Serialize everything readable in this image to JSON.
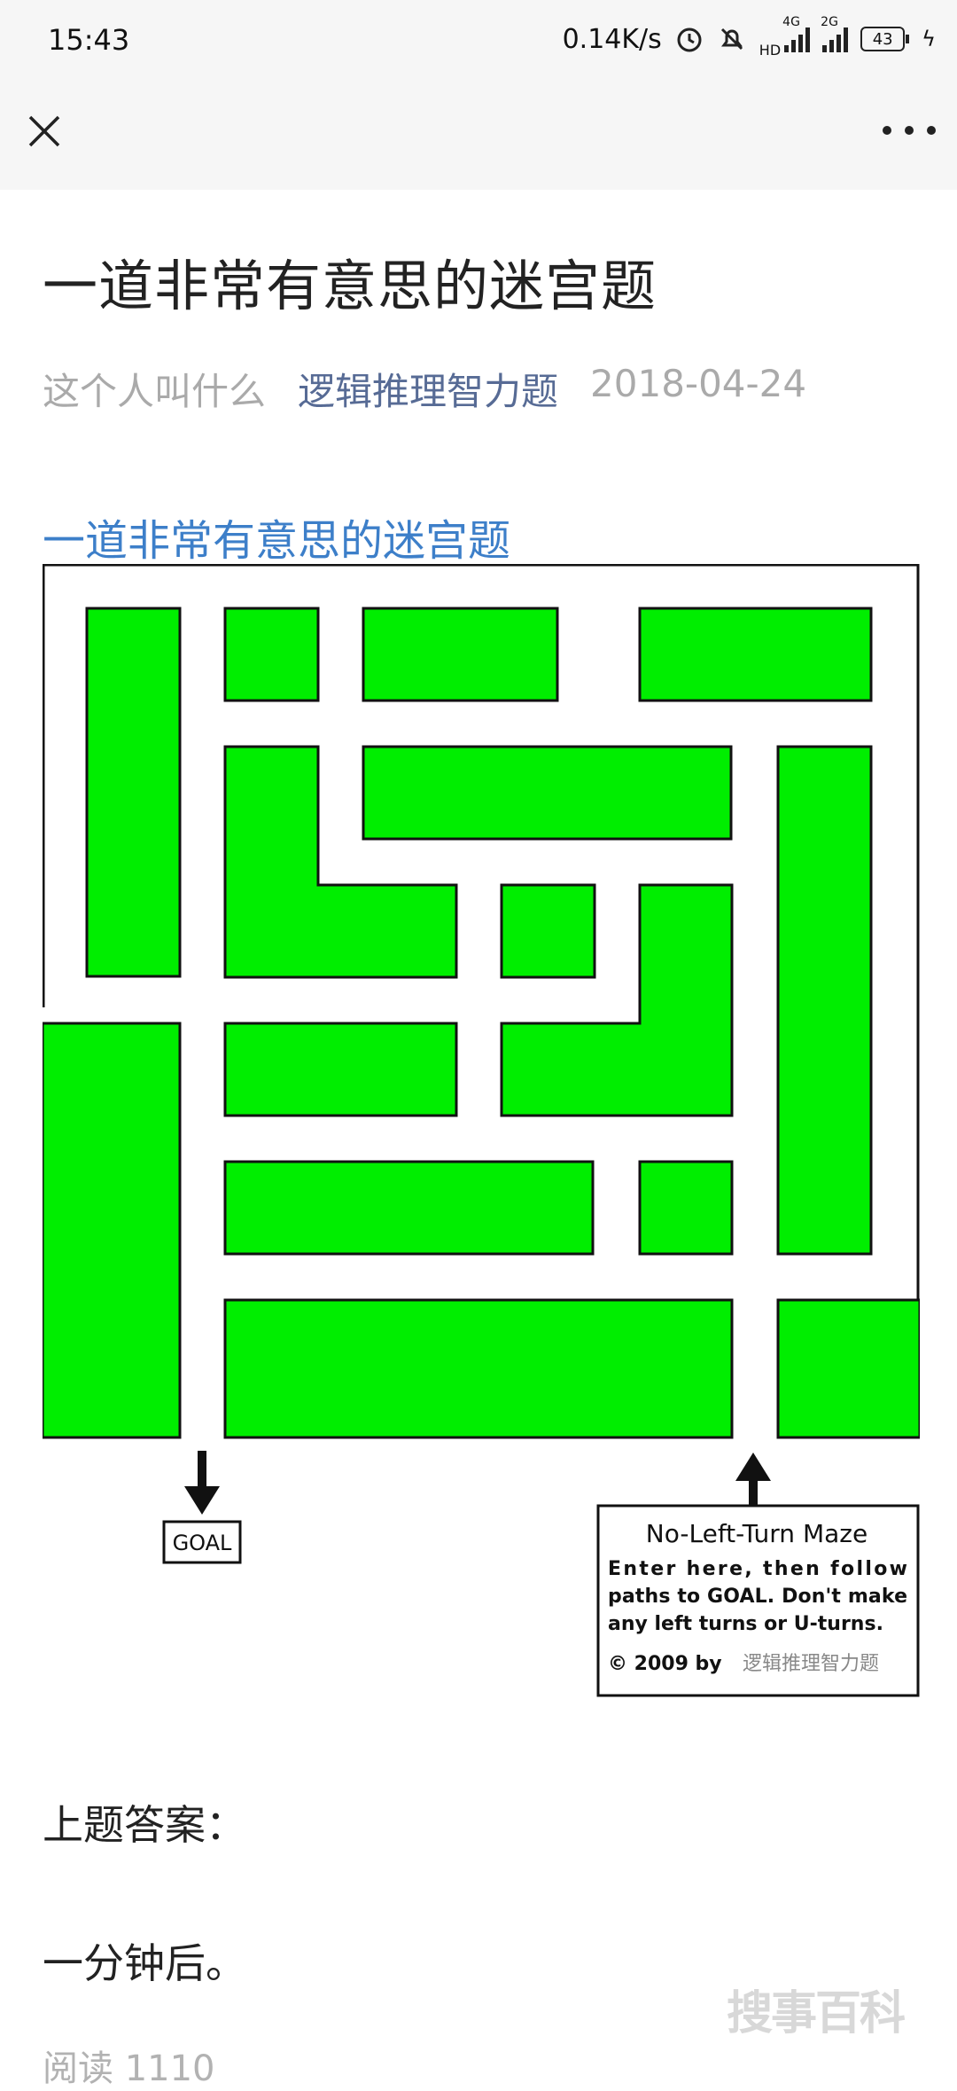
{
  "status_bar": {
    "time": "15:43",
    "net_speed": "0.14K/s",
    "hd_label": "HD",
    "signal1_tag": "4G",
    "signal2_tag": "2G",
    "battery": "43"
  },
  "article": {
    "title": "一道非常有意思的迷宫题",
    "author": "这个人叫什么",
    "account": "逻辑推理智力题",
    "date": "2018-04-24",
    "subtitle_link": "一道非常有意思的迷宫题",
    "answer_label": "上题答案：",
    "answer_text": "一分钟后。",
    "read_count": "阅读 1110"
  },
  "maze": {
    "wall_color": "#00ee00",
    "goal_label": "GOAL",
    "box_title": "No-Left-Turn Maze",
    "box_line1": "Enter here, then follow",
    "box_line2": "paths to GOAL. Don't make",
    "box_line3": "any left turns or U-turns.",
    "box_copyright": "© 2009 by",
    "box_watermark": "逻辑推理智力题"
  },
  "watermark": "搜事百科",
  "icons": {
    "close": "close-icon",
    "more": "more-icon"
  }
}
